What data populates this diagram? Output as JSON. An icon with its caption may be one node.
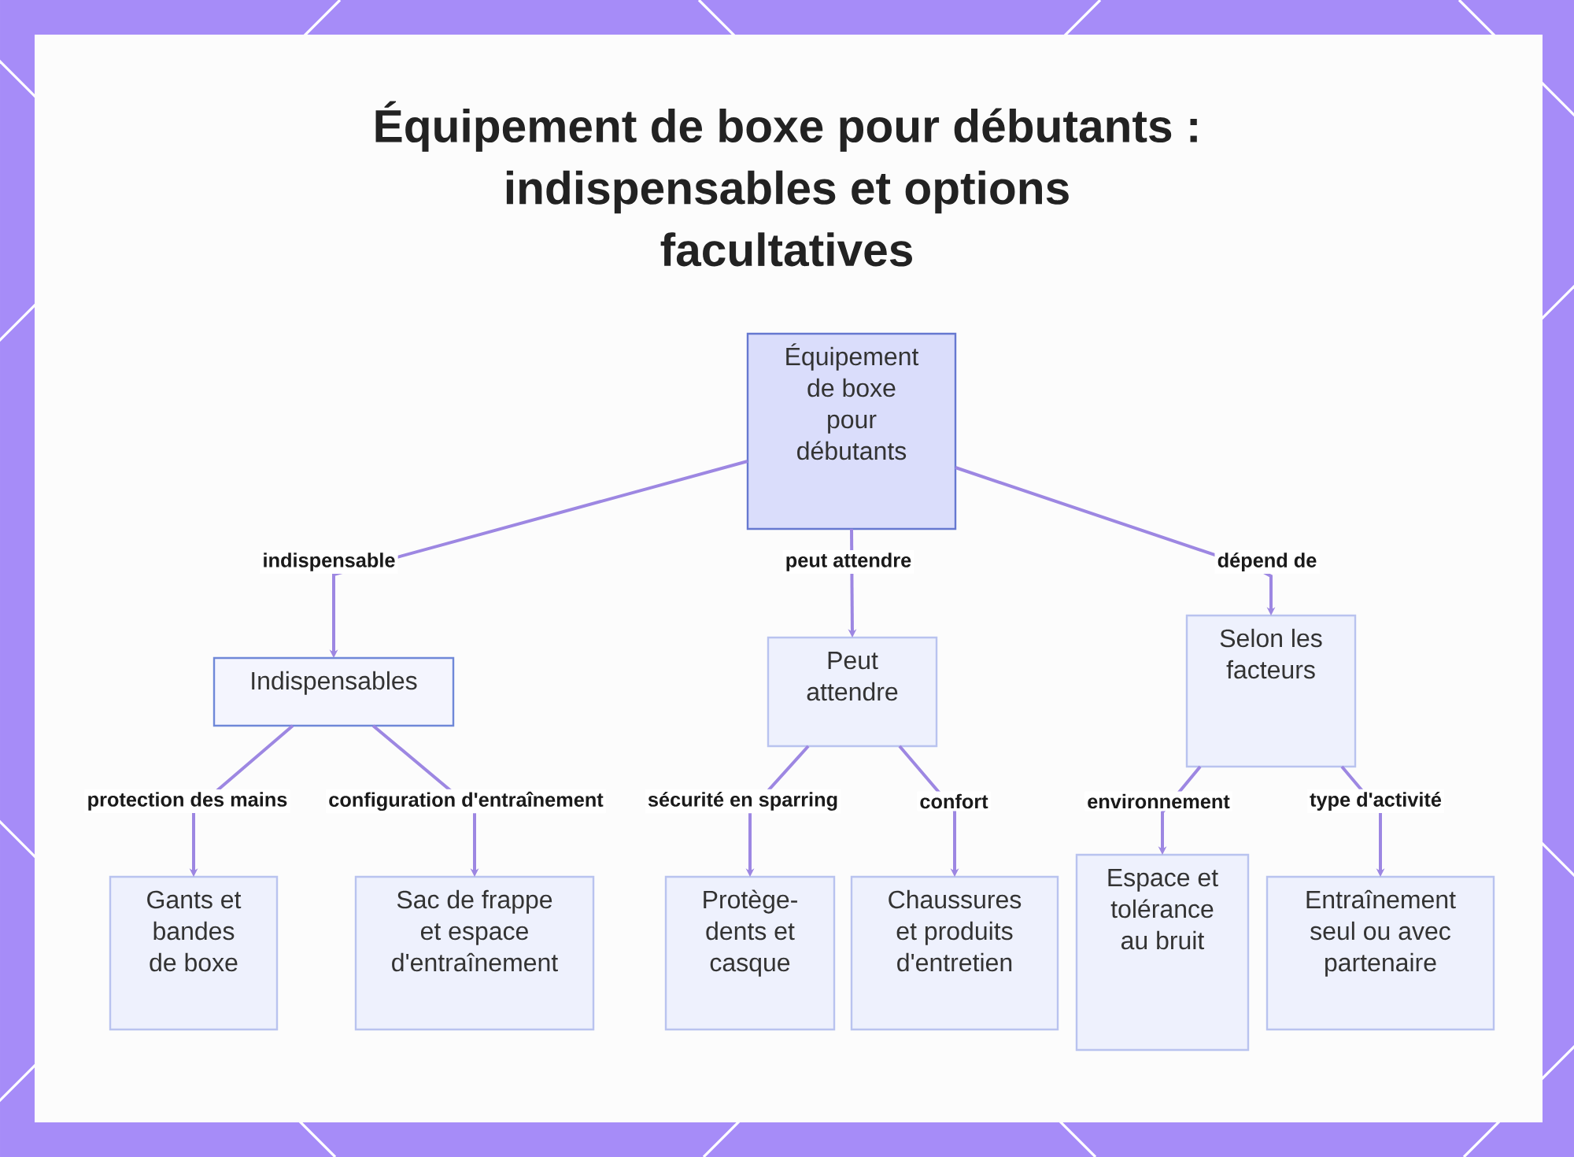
{
  "diagram": {
    "title": "Équipement de boxe pour débutants : indispensables et options facultatives",
    "nodes": [
      {
        "text": [
          "Équipement de boxe pour débutants"
        ]
      },
      {
        "text": [
          "Indispensables"
        ]
      },
      {
        "text": [
          "Peut attendre"
        ]
      },
      {
        "text": [
          "Selon les facteurs"
        ]
      },
      {
        "text": [
          "Gants et bandes de boxe"
        ]
      },
      {
        "text": [
          "Sac de frappe et espace d'entraînement"
        ]
      },
      {
        "text": [
          "Protège-dents et casque"
        ]
      },
      {
        "text": [
          "Chaussures et produits d'entretien"
        ]
      },
      {
        "text": [
          "Espace et tolérance au bruit"
        ]
      },
      {
        "text": [
          "Entraînement seul ou avec partenaire"
        ]
      }
    ],
    "edges": [
      {
        "from": 0,
        "to": 1,
        "arrow": "to",
        "label": "indispensable"
      },
      {
        "from": 0,
        "to": 2,
        "arrow": "to",
        "label": "peut attendre"
      },
      {
        "from": 0,
        "to": 3,
        "arrow": "to",
        "label": "dépend de"
      },
      {
        "from": 1,
        "to": 4,
        "arrow": "to",
        "label": "protection des mains"
      },
      {
        "from": 1,
        "to": 5,
        "arrow": "to",
        "label": "configuration d'entraînement"
      },
      {
        "from": 2,
        "to": 6,
        "arrow": "to",
        "label": "sécurité en sparring"
      },
      {
        "from": 2,
        "to": 7,
        "arrow": "to",
        "label": "confort"
      },
      {
        "from": 3,
        "to": 8,
        "arrow": "to",
        "label": "environnement"
      },
      {
        "from": 3,
        "to": 9,
        "arrow": "to",
        "label": "type d'activité"
      }
    ]
  }
}
